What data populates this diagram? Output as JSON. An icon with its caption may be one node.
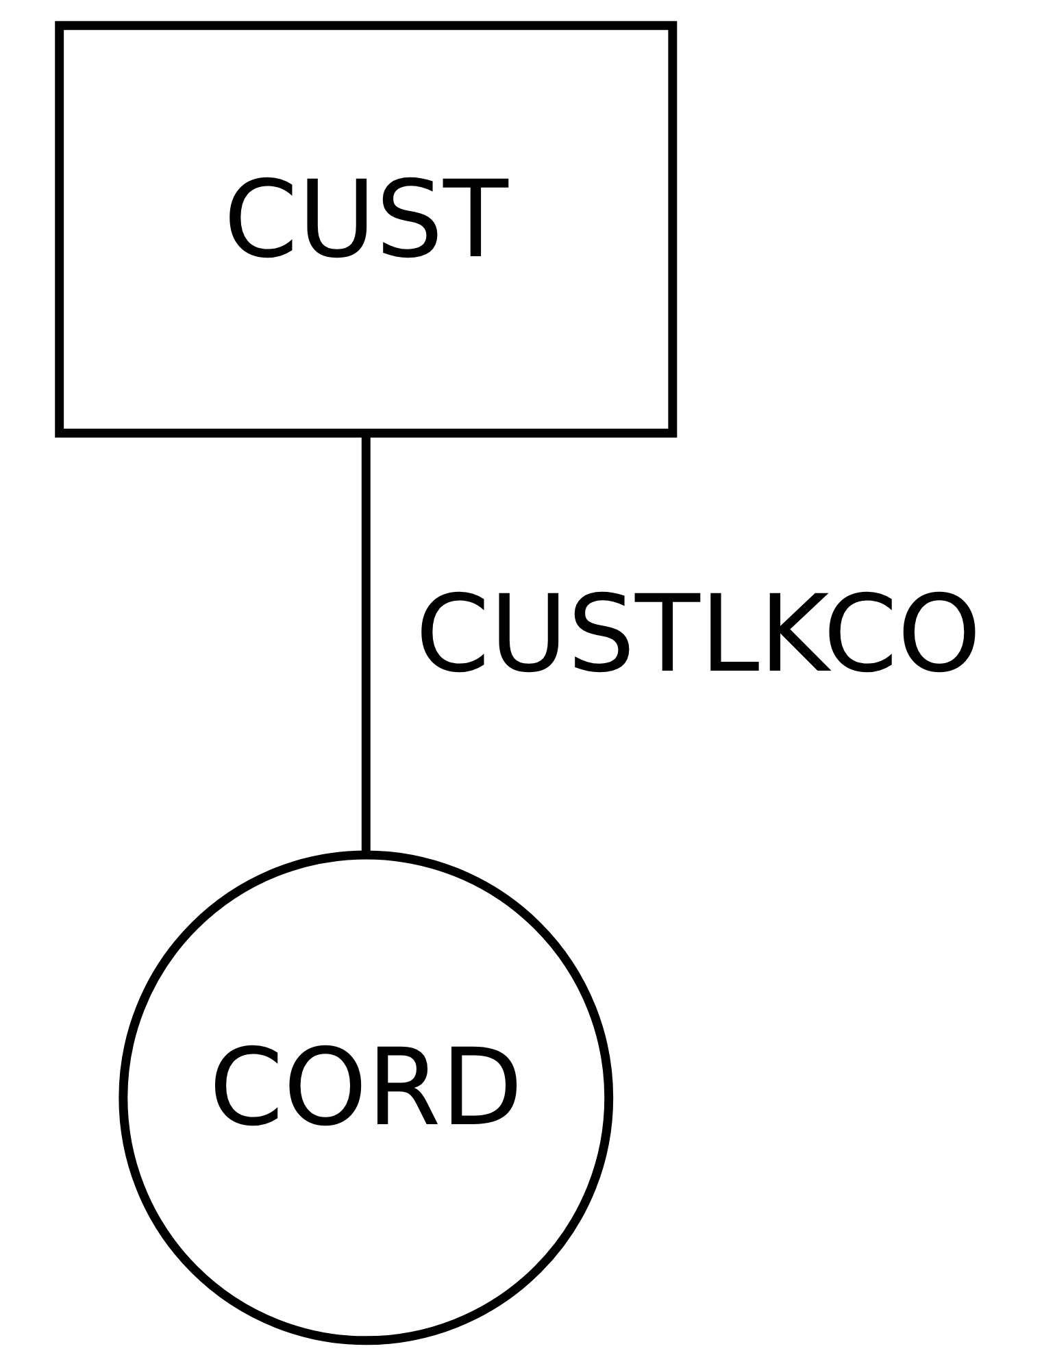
{
  "diagram": {
    "nodes": [
      {
        "text": [
          "CUST"
        ]
      },
      {
        "text": [
          "CORD"
        ]
      }
    ],
    "edges": [
      {
        "from": 0,
        "to": 1,
        "arrow": "none",
        "label": "CUSTLKCO"
      }
    ]
  }
}
